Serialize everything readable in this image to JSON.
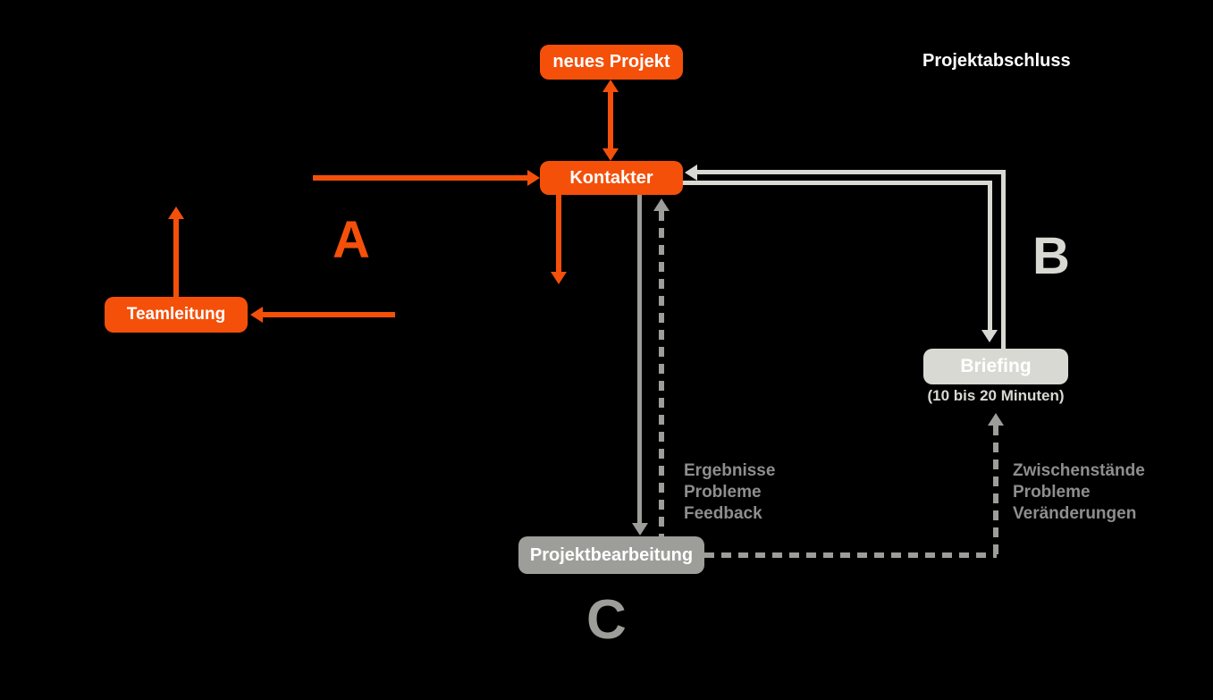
{
  "diagram": {
    "colors": {
      "background": "#000000",
      "orange": "#f4500a",
      "light_gray": "#d9d9d3",
      "mid_gray": "#9d9d99",
      "text_gray": "#8e8e8e",
      "white": "#ffffff"
    },
    "nodes": {
      "neues_projekt": {
        "label": "neues Projekt"
      },
      "kontakter": {
        "label": "Kontakter"
      },
      "teamleitung": {
        "label": "Teamleitung"
      },
      "briefing": {
        "label": "Briefing",
        "sublabel": "(10 bis 20 Minuten)"
      },
      "projektbearbeitung": {
        "label": "Projektbearbeitung"
      }
    },
    "floating_labels": {
      "projektabschluss": "Projektabschluss",
      "section_a": "A",
      "section_b": "B",
      "section_c": "C"
    },
    "annotations": {
      "kontakter_feedback": {
        "lines": [
          "Ergebnisse",
          "Probleme",
          "Feedback"
        ]
      },
      "briefing_updates": {
        "lines": [
          "Zwischenstände",
          "Probleme",
          "Veränderungen"
        ]
      }
    }
  }
}
